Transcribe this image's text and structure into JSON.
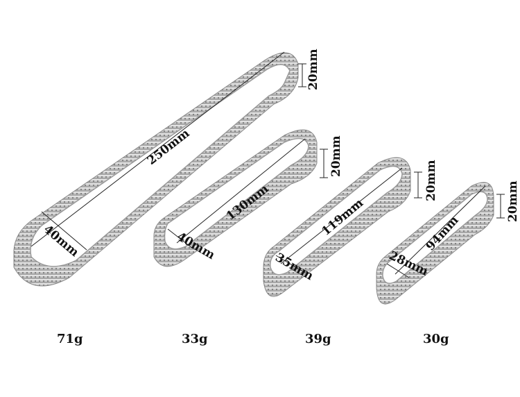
{
  "rings": [
    {
      "length": "250mm",
      "width": "40mm",
      "height": "20mm",
      "weight": "71g"
    },
    {
      "length": "130mm",
      "width": "40mm",
      "height": "20mm",
      "weight": "33g"
    },
    {
      "length": "119mm",
      "width": "35mm",
      "height": "20mm",
      "weight": "39g"
    },
    {
      "length": "94mm",
      "width": "28mm",
      "height": "20mm",
      "weight": "30g"
    }
  ],
  "colors": {
    "metal_light": "#e6e6e6",
    "metal_mid": "#c4c4c4",
    "metal_dark": "#8e8e8e",
    "text": "#111111"
  }
}
